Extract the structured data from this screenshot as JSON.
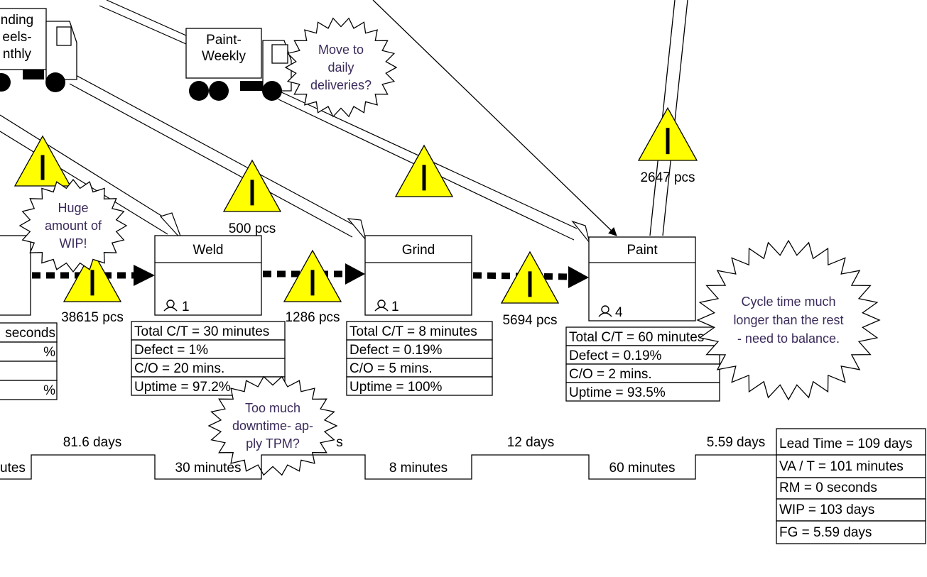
{
  "colors": {
    "warning_fill": "#ffff00",
    "line": "#000000",
    "background": "#ffffff",
    "kaizen_text": "#3a2a5a"
  },
  "trucks": [
    {
      "label_lines": [
        "nding",
        "eels-",
        "nthly"
      ]
    },
    {
      "label_lines": [
        "Paint-",
        "Weekly"
      ]
    }
  ],
  "processes": [
    {
      "name": "Weld",
      "operators": "1",
      "data_rows": [
        "Total C/T = 30 minutes",
        "Defect = 1%",
        "C/O = 20 mins.",
        "Uptime = 97.2%"
      ]
    },
    {
      "name": "Grind",
      "operators": "1",
      "data_rows": [
        "Total C/T = 8 minutes",
        "Defect = 0.19%",
        "C/O = 5 mins.",
        "Uptime = 100%"
      ]
    },
    {
      "name": "Paint",
      "operators": "4",
      "data_rows": [
        "Total C/T = 60 minutes",
        "Defect = 0.19%",
        "C/O = 2 mins.",
        "Uptime = 93.5%"
      ]
    }
  ],
  "left_partial_rows": [
    "seconds",
    "%",
    "",
    "%"
  ],
  "inventory": [
    {
      "qty": "38615 pcs"
    },
    {
      "qty": "1286 pcs"
    },
    {
      "qty": "5694 pcs"
    },
    {
      "qty": "500 pcs"
    },
    {
      "qty": ""
    },
    {
      "qty": ""
    },
    {
      "qty": "2647 pcs"
    }
  ],
  "kaizen_bursts": [
    {
      "lines": [
        "Move to",
        "daily",
        "deliveries?"
      ]
    },
    {
      "lines": [
        "Huge",
        "amount of",
        "WIP!"
      ]
    },
    {
      "lines": [
        "Too much",
        "downtime- ap-",
        "ply TPM?"
      ]
    },
    {
      "lines": [
        "Cycle time much",
        "longer than the rest",
        "- need to balance."
      ]
    }
  ],
  "timeline": {
    "wait_times": [
      "81.6 days",
      "",
      "12 days",
      "5.59 days"
    ],
    "process_times": [
      "utes",
      "30 minutes",
      "8 minutes",
      "60 minutes"
    ],
    "hidden_fragment": "s"
  },
  "summary": [
    "Lead Time = 109 days",
    "VA / T = 101 minutes",
    "RM = 0 seconds",
    "WIP = 103 days",
    "FG = 5.59 days"
  ]
}
